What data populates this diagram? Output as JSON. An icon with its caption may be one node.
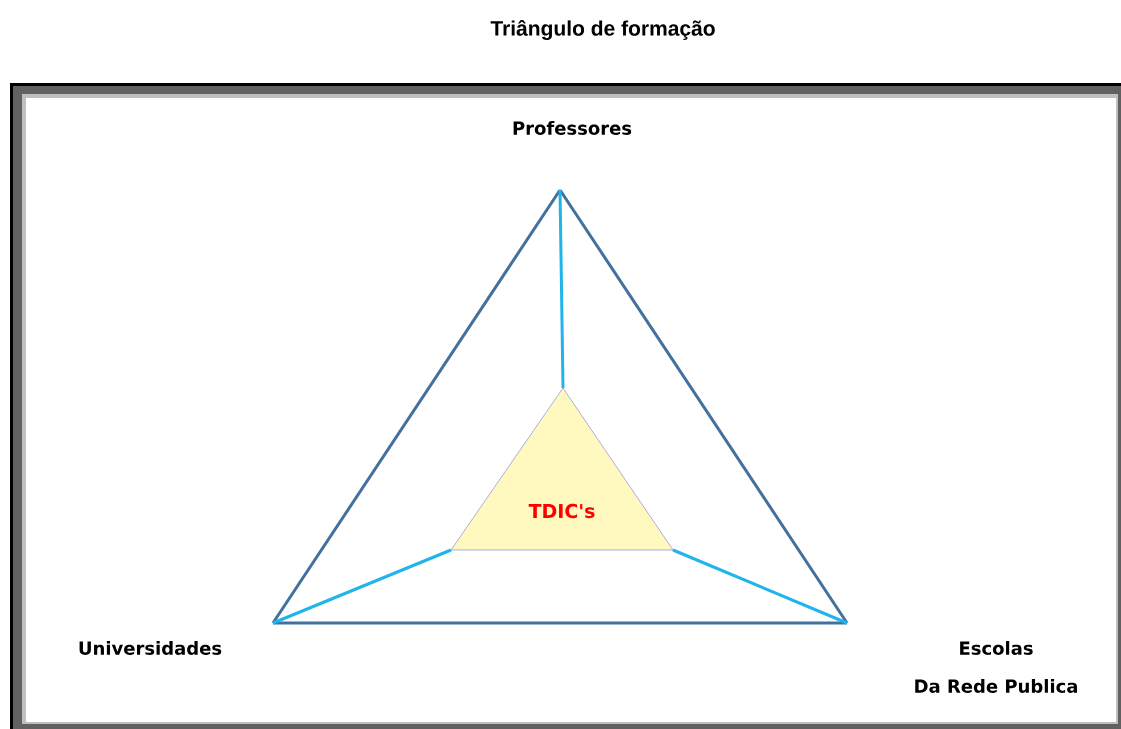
{
  "diagram": {
    "title": "Triângulo de formação",
    "nodes": [
      {
        "text": [
          "Professores"
        ]
      },
      {
        "text": [
          "Universidades"
        ]
      },
      {
        "text": [
          "Escolas",
          "Da Rede Publica"
        ]
      },
      {
        "text": [
          "TDIC's"
        ]
      }
    ],
    "edges": [
      {
        "from": 0,
        "to": 1,
        "arrow": "none",
        "color": "#41719c"
      },
      {
        "from": 0,
        "to": 2,
        "arrow": "none",
        "color": "#41719c"
      },
      {
        "from": 1,
        "to": 2,
        "arrow": "none",
        "color": "#41719c"
      },
      {
        "from": 3,
        "to": 0,
        "arrow": "none",
        "color": "#1fb4ea"
      },
      {
        "from": 3,
        "to": 1,
        "arrow": "none",
        "color": "#1fb4ea"
      },
      {
        "from": 3,
        "to": 2,
        "arrow": "none",
        "color": "#1fb4ea"
      }
    ]
  }
}
